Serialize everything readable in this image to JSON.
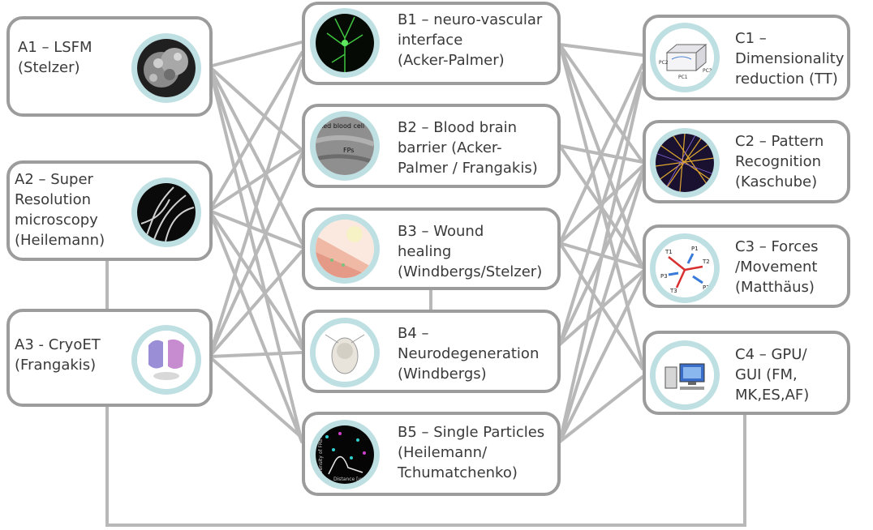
{
  "nodes": {
    "a1": {
      "label": "A1 – LSFM\n(Stelzer)",
      "icon": "sphere-cells-icon"
    },
    "a2": {
      "label": "A2 – Super\nResolution\nmicroscopy\n(Heilemann)",
      "icon": "filaments-icon"
    },
    "a3": {
      "label": "A3 - CryoET\n(Frangakis)",
      "icon": "protein-structure-icon"
    },
    "b1": {
      "label": "B1 – neuro-vascular\ninterface\n(Acker-Palmer)",
      "icon": "neuron-icon"
    },
    "b2": {
      "label": "B2 – Blood brain\nbarrier (Acker-\nPalmer / Frangakis)",
      "icon": "blood-cell-micrograph-icon",
      "icon_text": [
        "Red blood cell",
        "FPs"
      ]
    },
    "b3": {
      "label": "B3 – Wound\nhealing\n(Windbergs/Stelzer)",
      "icon": "skin-tissue-icon"
    },
    "b4": {
      "label": "B4 –\nNeurodegeneration\n(Windbergs)",
      "icon": "mouse-brain-icon"
    },
    "b5": {
      "label": "B5 – Single Particles\n(Heilemann/\nTchumatchenko)",
      "icon": "particle-plot-icon",
      "icon_text": [
        "Distance [µm]",
        "Density of FRET"
      ]
    },
    "c1": {
      "label": "C1 –\nDimensionality\nreduction (TT)",
      "icon": "tensor-box-icon",
      "icon_text": [
        "PC1",
        "PC2",
        "PC3"
      ]
    },
    "c2": {
      "label": "C2 – Pattern\nRecognition\n(Kaschube)",
      "icon": "network-pattern-icon"
    },
    "c3": {
      "label": "C3 – Forces\n/Movement\n(Matthäus)",
      "icon": "force-vectors-icon",
      "icon_text": [
        "P1",
        "P2",
        "P3",
        "T1",
        "T2",
        "T3"
      ]
    },
    "c4": {
      "label": "C4 – GPU/\nGUI (FM,\nMK,ES,AF)",
      "icon": "computer-workstation-icon"
    }
  },
  "colors": {
    "border": "#9c9c9c",
    "badge": "#bfe0e3",
    "link": "#b5b5b5",
    "text": "#3a3a3a"
  }
}
